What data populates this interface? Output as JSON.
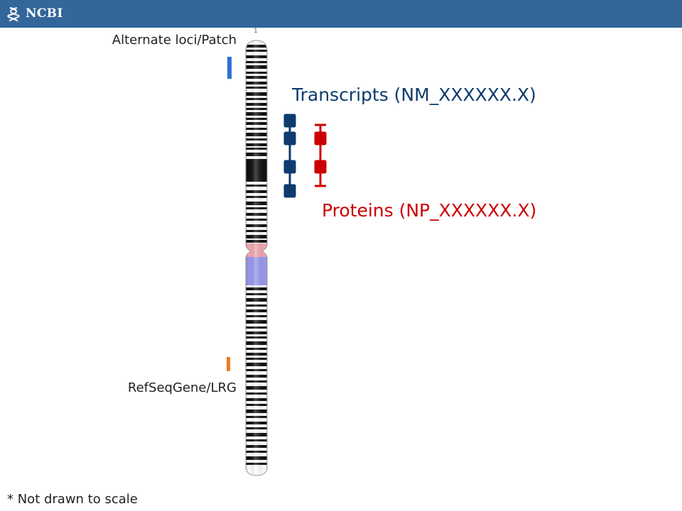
{
  "header": {
    "logo_text": "NCBI",
    "background": "#336699"
  },
  "diagram": {
    "chromosome_number": "1",
    "alternate_loci_label": "Alternate loci/Patch",
    "refseqgene_label": "RefSeqGene/LRG",
    "transcripts_label": "Transcripts (NM_XXXXXX.X)",
    "proteins_label": "Proteins (NP_XXXXXX.X)",
    "footnote": "* Not drawn to scale",
    "colors": {
      "alternate_loci_marker": "#2e6fd8",
      "refseqgene_marker": "#f07a28",
      "transcript": "#0d3b6e",
      "protein": "#cc0000",
      "centromere": "#f4a6b0",
      "highlight_band": "#9999ee"
    }
  }
}
